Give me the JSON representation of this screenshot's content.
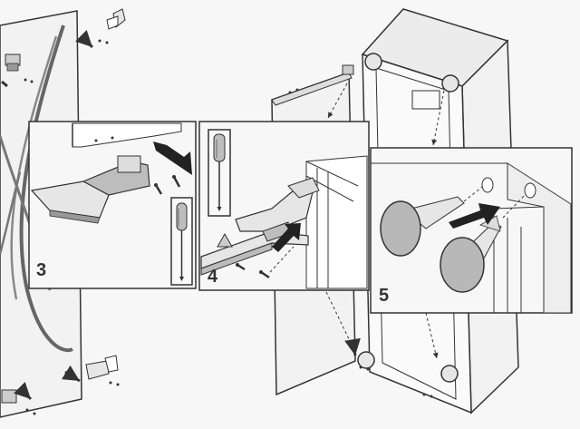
{
  "diagram": {
    "steps": [
      {
        "id": "step-3",
        "label": "3"
      },
      {
        "id": "step-4",
        "label": "4"
      },
      {
        "id": "step-5",
        "label": "5"
      }
    ]
  },
  "colors": {
    "line": "#333333",
    "fill_light": "#e6e6e6",
    "fill_gray": "#bdbdbd",
    "cap": "#b8b8b8",
    "background": "#f7f7f7"
  },
  "icons": [
    "screwdriver-icon",
    "screw-icon",
    "arrow-icon",
    "hinge-icon",
    "cover-cap-icon"
  ]
}
